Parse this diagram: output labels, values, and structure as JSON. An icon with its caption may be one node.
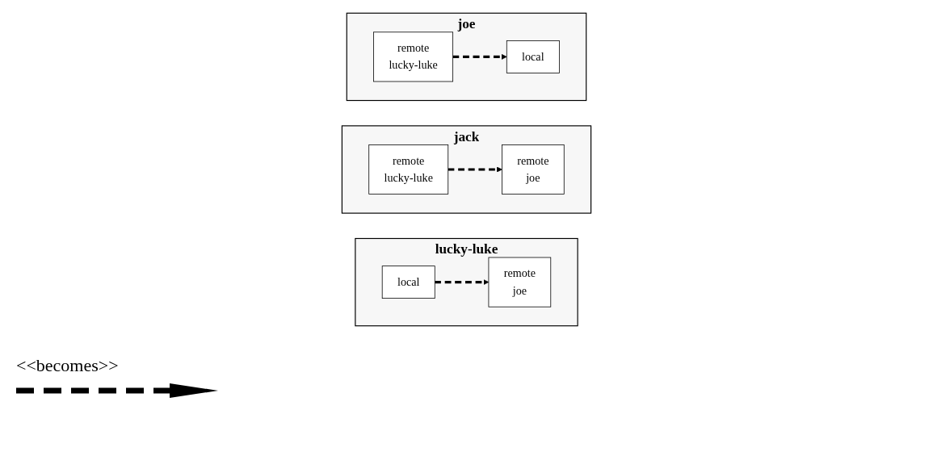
{
  "diagram": {
    "nodes": [
      {
        "text": [
          "lucky-luke"
        ]
      },
      {
        "text": [
          "local"
        ],
        "in": 0
      },
      {
        "text": [
          "remote",
          "joe"
        ],
        "in": 0
      },
      {
        "text": [
          "jack"
        ]
      },
      {
        "text": [
          "remote",
          "lucky-luke"
        ],
        "in": 3
      },
      {
        "text": [
          "remote",
          "joe"
        ],
        "in": 3
      },
      {
        "text": [
          "joe"
        ]
      },
      {
        "text": [
          "remote",
          "lucky-luke"
        ],
        "in": 6
      },
      {
        "text": [
          "local"
        ],
        "in": 6
      }
    ],
    "edges": [
      {
        "from": 1,
        "to": 2,
        "arrow": "to",
        "style": "dashed"
      },
      {
        "from": 4,
        "to": 5,
        "arrow": "to",
        "style": "dashed"
      },
      {
        "from": 7,
        "to": 8,
        "arrow": "to",
        "style": "dashed"
      }
    ],
    "legend": [
      {
        "text": "<<becomes>>"
      }
    ]
  }
}
